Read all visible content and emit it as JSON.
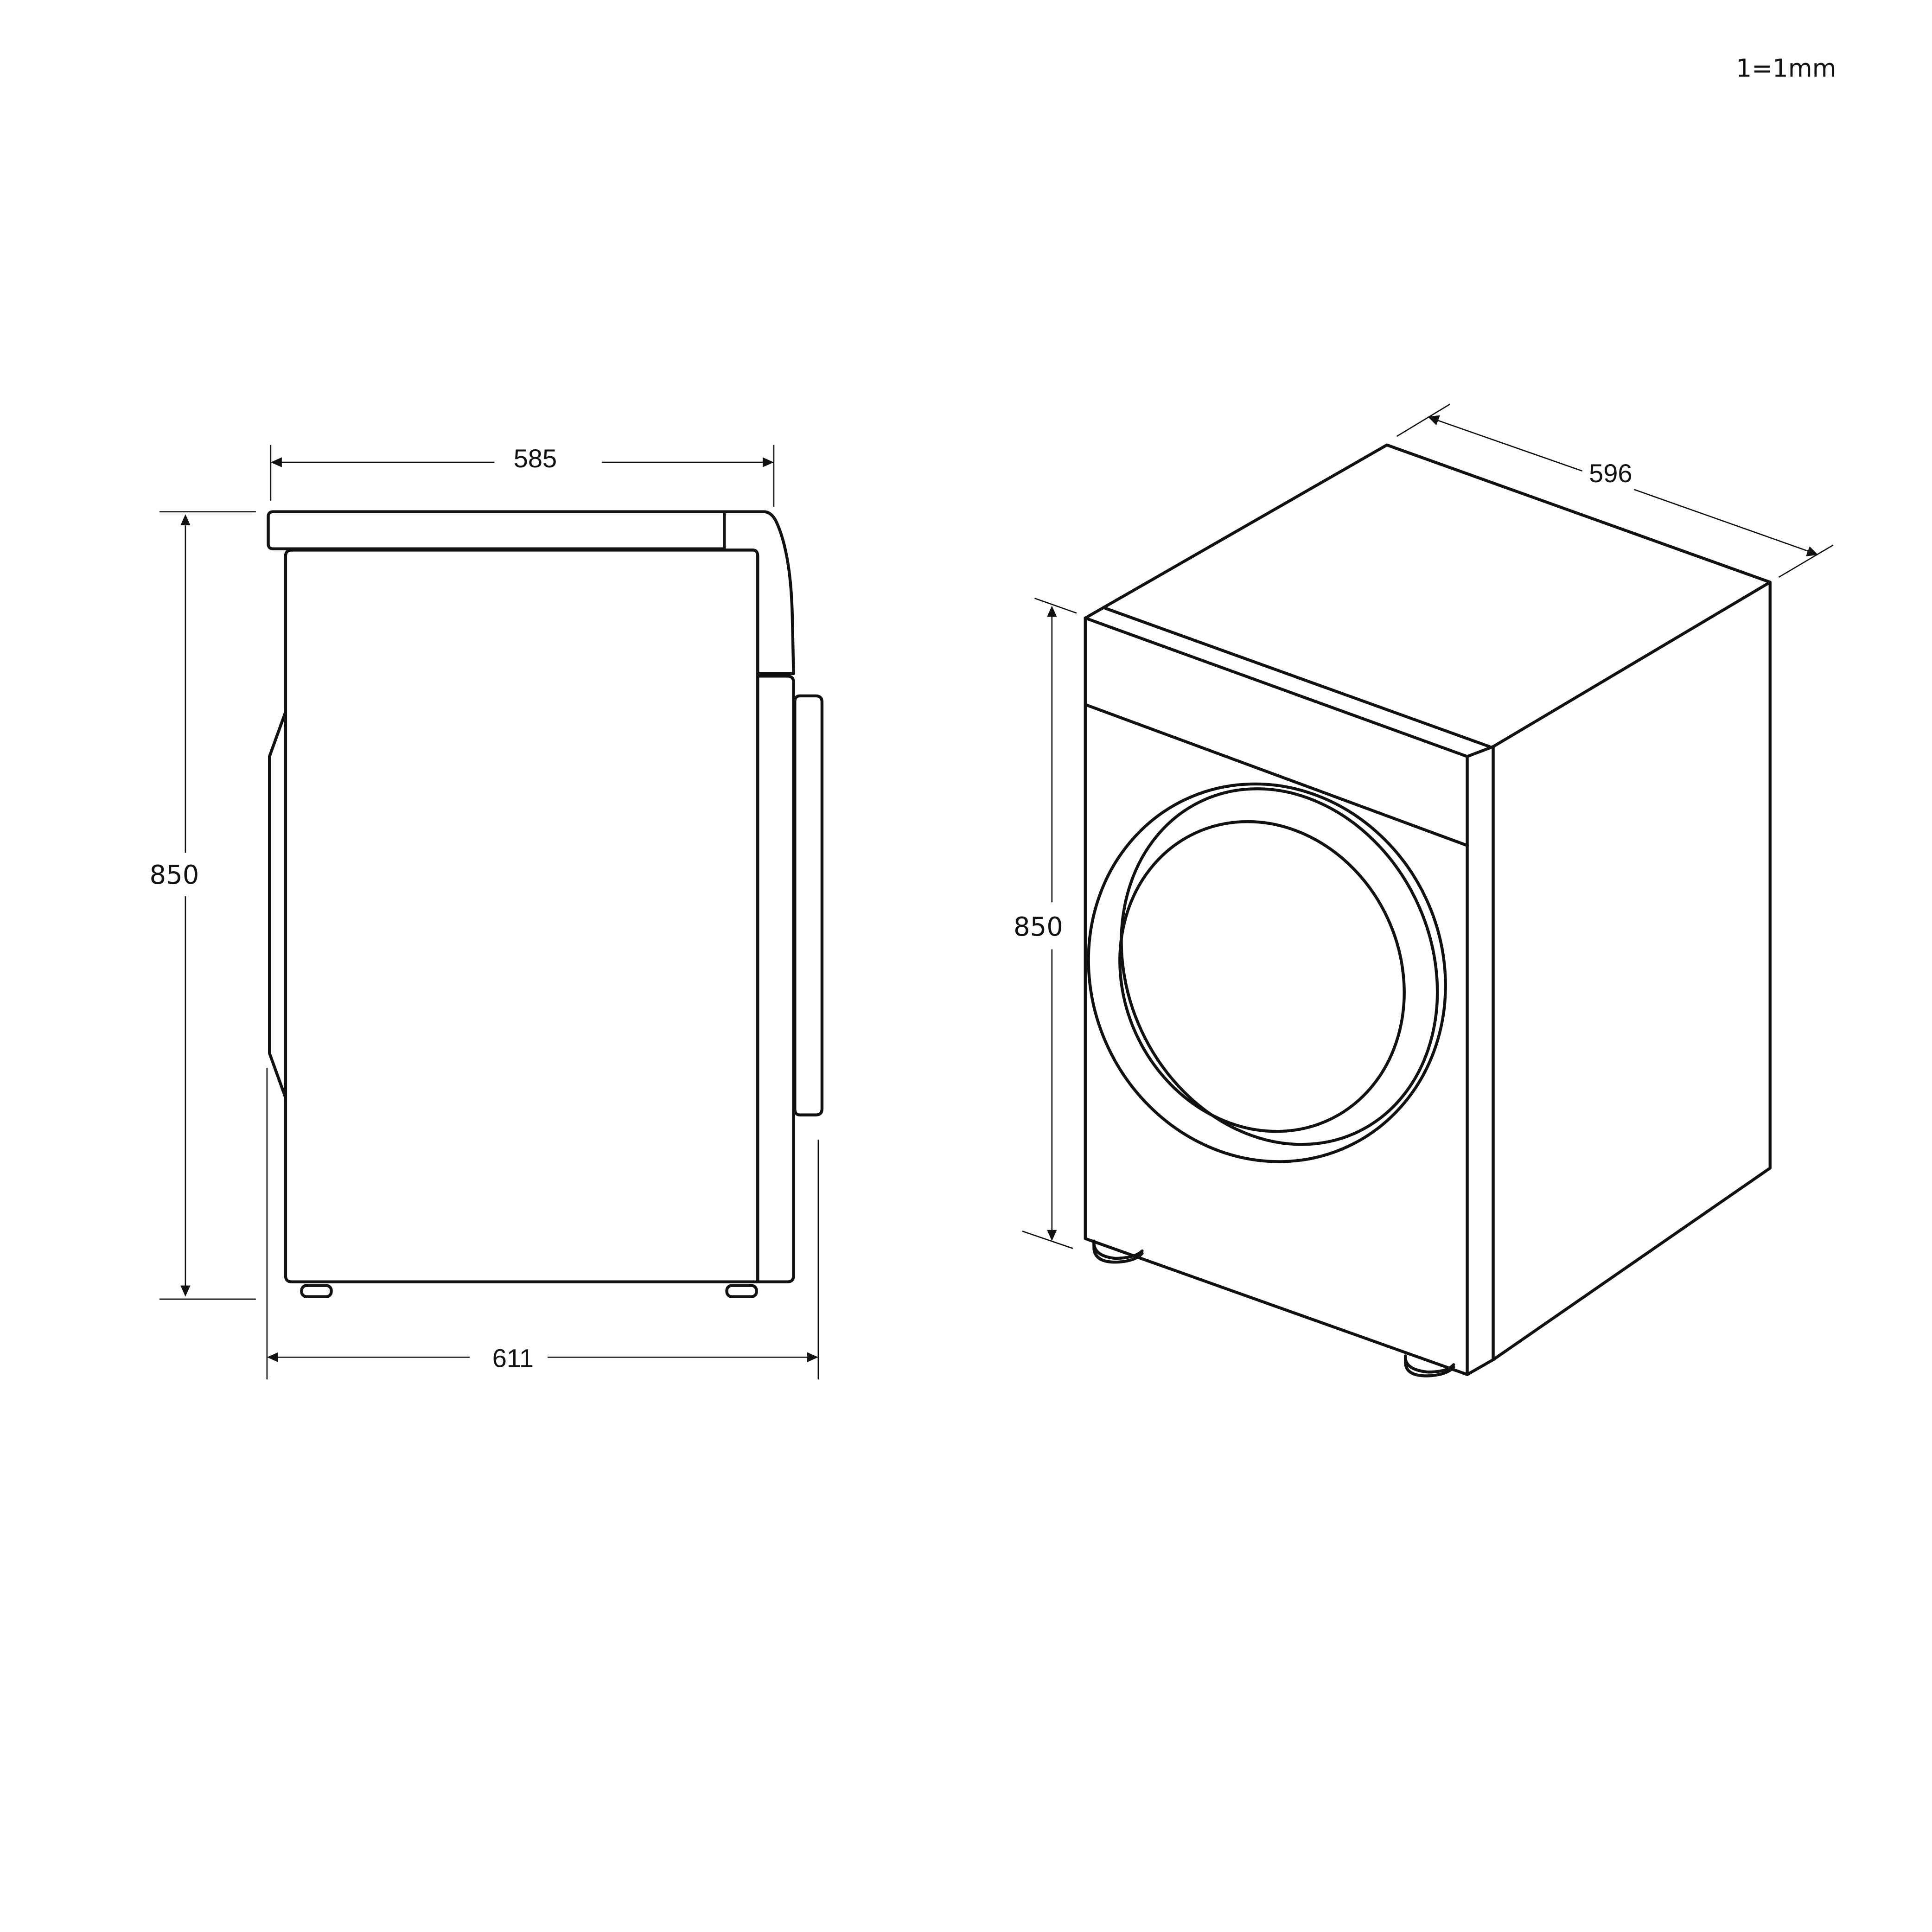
{
  "scale_note": "1=1mm",
  "side_view": {
    "depth_top_label": "585",
    "height_label": "850",
    "depth_total_label": "611"
  },
  "iso_view": {
    "width_label": "596",
    "height_label": "850"
  },
  "colors": {
    "line": "#111111",
    "background": "#ffffff"
  }
}
